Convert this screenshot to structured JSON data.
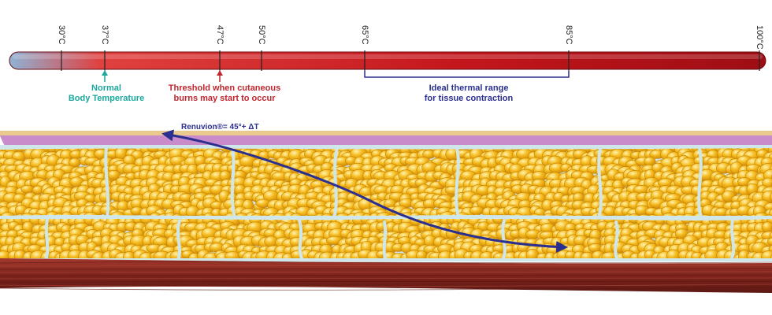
{
  "thermometer": {
    "ticks": [
      {
        "label": "30°C",
        "value": 30
      },
      {
        "label": "37°C",
        "value": 37
      },
      {
        "label": "47°C",
        "value": 47
      },
      {
        "label": "50°C",
        "value": 50
      },
      {
        "label": "65°C",
        "value": 65
      },
      {
        "label": "85°C",
        "value": 85
      },
      {
        "label": "100°C",
        "value": 100
      }
    ],
    "gradient_colors": [
      "#8fb3d6",
      "#e0413f",
      "#c3161c",
      "#9e0e14"
    ]
  },
  "callouts": {
    "normal": {
      "line1": "Normal",
      "line2": "Body Temperature",
      "value": 37,
      "color": "#1aa89c"
    },
    "threshold": {
      "line1": "Threshold when cutaneous",
      "line2": "burns may start to occur",
      "value": 47,
      "color": "#c0262e"
    },
    "ideal": {
      "line1": "Ideal thermal range",
      "line2": "for tissue contraction",
      "range": [
        65,
        85
      ],
      "color": "#2b2f8f"
    }
  },
  "renuvion": {
    "label": "Renuvion®= 45°+ ΔT",
    "color": "#2b2f8f"
  },
  "tissue_colors": {
    "epidermis": "#e9c98e",
    "dermis": "#c98bc9",
    "fat": "#f5b51c",
    "septa": "#cfe6ea",
    "muscle": "#8a2a22"
  }
}
